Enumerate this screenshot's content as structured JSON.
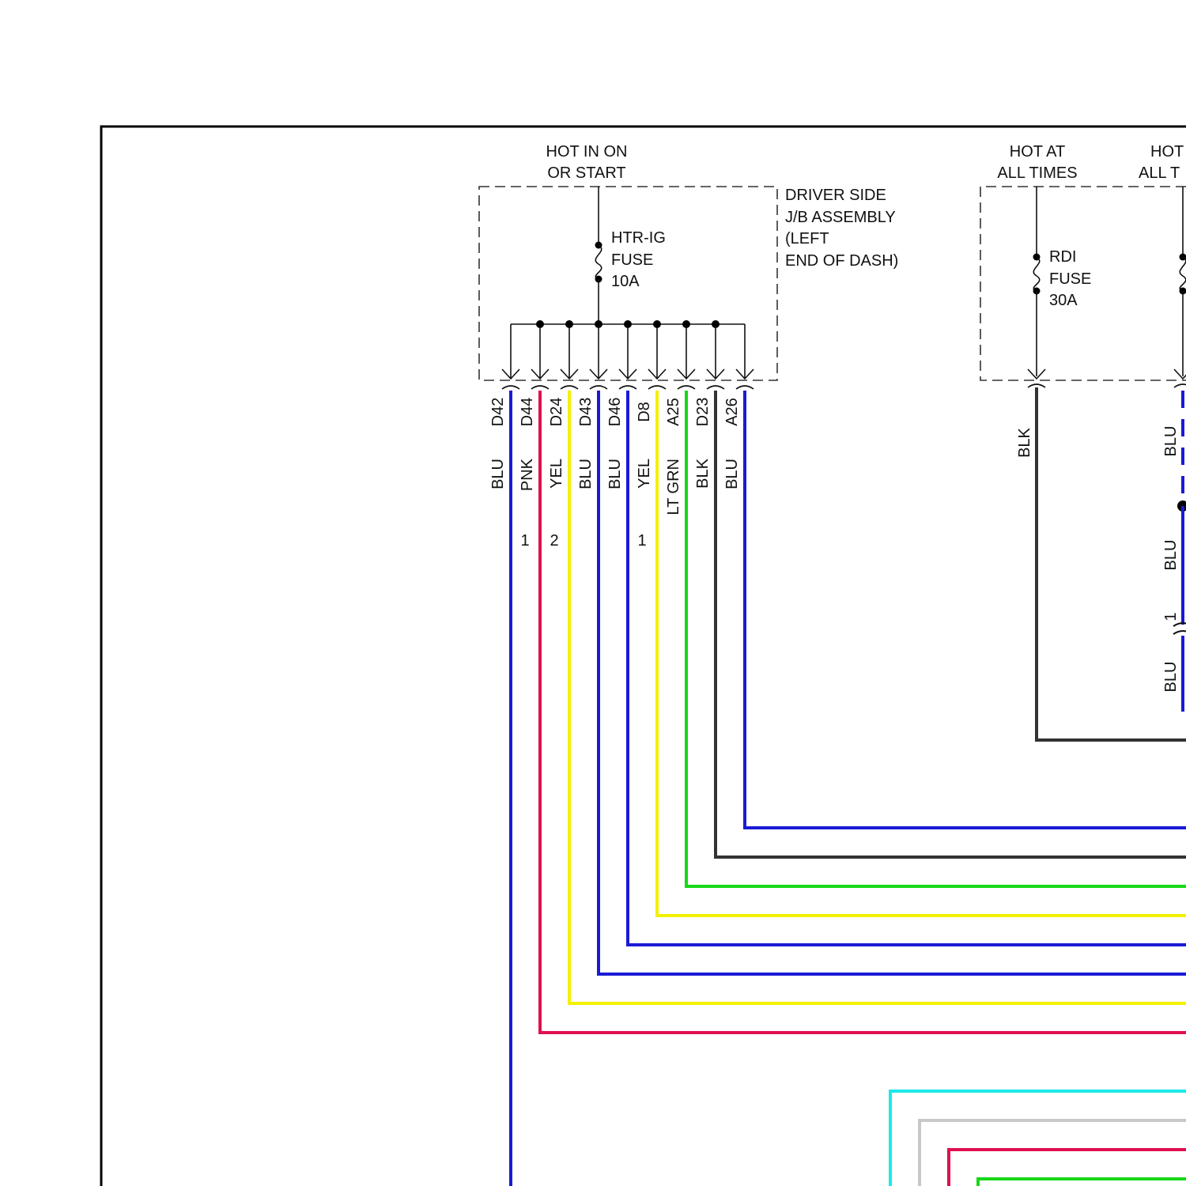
{
  "left_block": {
    "supply": [
      "HOT IN ON",
      "OR START"
    ],
    "fuse": [
      "HTR-IG",
      "FUSE",
      "10A"
    ],
    "assembly": [
      "DRIVER SIDE",
      "J/B ASSEMBLY",
      "(LEFT",
      "END OF DASH)"
    ]
  },
  "right_block": {
    "supply": [
      "HOT AT",
      "ALL TIMES"
    ],
    "fuse": [
      "RDI",
      "FUSE",
      "30A"
    ],
    "wire_color": "BLK"
  },
  "partial_block": {
    "supply": [
      "HOT",
      "ALL T"
    ],
    "wire_labels": [
      "BLU",
      "BLU",
      "1",
      "BLU"
    ]
  },
  "terminals": [
    {
      "pin": "D42",
      "color_name": "BLU",
      "splice": "",
      "hex": "#1a1ad6"
    },
    {
      "pin": "D44",
      "color_name": "PNK",
      "splice": "1",
      "hex": "#e0104f"
    },
    {
      "pin": "D24",
      "color_name": "YEL",
      "splice": "2",
      "hex": "#f4f000"
    },
    {
      "pin": "D43",
      "color_name": "BLU",
      "splice": "",
      "hex": "#1a1ad6"
    },
    {
      "pin": "D46",
      "color_name": "BLU",
      "splice": "",
      "hex": "#1a1ad6"
    },
    {
      "pin": "D8",
      "color_name": "YEL",
      "splice": "1",
      "hex": "#f4f000"
    },
    {
      "pin": "A25",
      "color_name": "LT GRN",
      "splice": "",
      "hex": "#18d818"
    },
    {
      "pin": "D23",
      "color_name": "BLK",
      "splice": "",
      "hex": "#333333"
    },
    {
      "pin": "A26",
      "color_name": "BLU",
      "splice": "",
      "hex": "#1a1ad6"
    }
  ],
  "colors": {
    "BLU": "#1a1ad6",
    "PNK": "#e0104f",
    "YEL": "#f4f000",
    "LT GRN": "#18d818",
    "BLK": "#333333",
    "CYAN": "#1ee8e8",
    "GRAY": "#c8c8c8"
  }
}
